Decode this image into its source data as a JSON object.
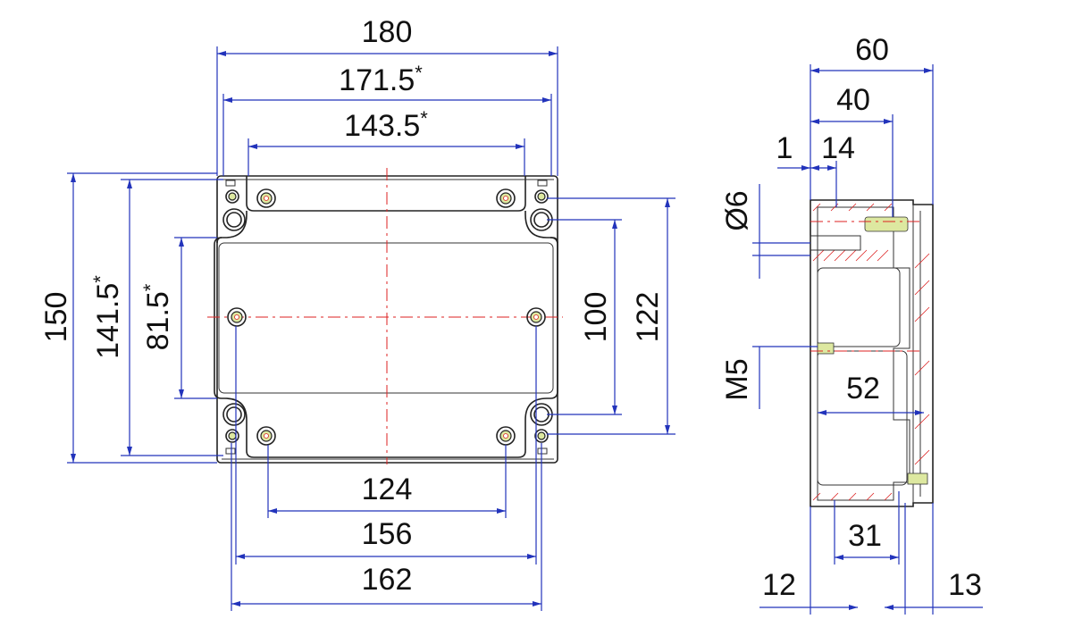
{
  "front_view": {
    "dims": {
      "width_180": "180",
      "width_171": "171.5",
      "width_143": "143.5",
      "height_150": "150",
      "height_141": "141.5",
      "height_81": "81.5",
      "height_100": "100",
      "height_122": "122",
      "bottom_124": "124",
      "bottom_156": "156",
      "bottom_162": "162"
    },
    "star": "*"
  },
  "side_view": {
    "dims": {
      "top_60": "60",
      "top_40": "40",
      "top_1": "1",
      "top_14": "14",
      "dia_6": "Ø6",
      "thread_m5": "M5",
      "mid_52": "52",
      "bottom_31": "31",
      "bottom_12": "12",
      "bottom_13": "13"
    }
  },
  "colors": {
    "outline": "#222222",
    "dimension": "#2233bb",
    "centerline": "#dd2222",
    "hole_fill": "#dde8a0"
  }
}
